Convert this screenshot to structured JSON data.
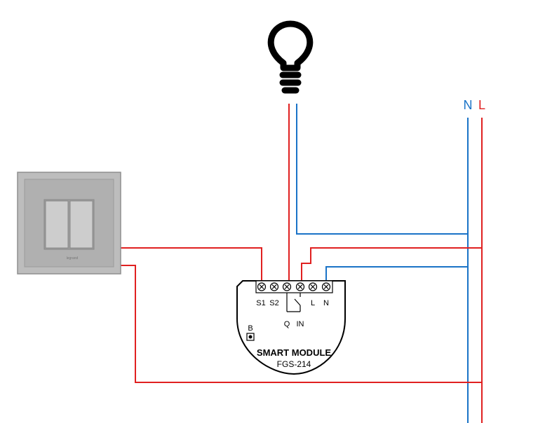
{
  "lines": {
    "neutral_label": "N",
    "live_label": "L",
    "neutral_color": "#1a73c7",
    "live_color": "#e02020"
  },
  "module": {
    "title": "SMART MODULE",
    "model": "FGS-214",
    "terminals": [
      "S1",
      "S2",
      "Q",
      "IN",
      "L",
      "N"
    ],
    "button_label": "B"
  },
  "switch": {
    "brand": "legrand"
  },
  "icons": {
    "bulb": "light-bulb-icon",
    "wall_switch": "double-rocker-switch-icon"
  }
}
